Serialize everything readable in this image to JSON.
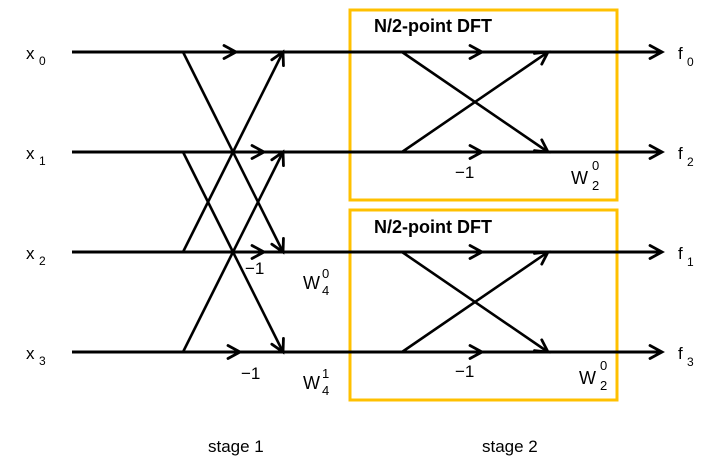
{
  "colors": {
    "line": "#000000",
    "box_border": "#FFC000",
    "background": "#FFFFFF"
  },
  "boxes": {
    "box1_title": "N/2-point DFT",
    "box2_title": "N/2-point DFT"
  },
  "inputs": [
    {
      "base": "x",
      "sub": "0"
    },
    {
      "base": "x",
      "sub": "1"
    },
    {
      "base": "x",
      "sub": "2"
    },
    {
      "base": "x",
      "sub": "3"
    }
  ],
  "outputs": [
    {
      "base": "f",
      "sub": "0"
    },
    {
      "base": "f",
      "sub": "2"
    },
    {
      "base": "f",
      "sub": "1"
    },
    {
      "base": "f",
      "sub": "3"
    }
  ],
  "stage1": {
    "neg1_x2": "−1",
    "neg1_x3": "−1",
    "twiddle_x2": {
      "base": "W",
      "sub": "4",
      "sup": "0"
    },
    "twiddle_x3": {
      "base": "W",
      "sub": "4",
      "sup": "1"
    }
  },
  "stage2": {
    "box1_neg1": "−1",
    "box2_neg1": "−1",
    "box1_twiddle": {
      "base": "W",
      "sub": "2",
      "sup": "0"
    },
    "box2_twiddle": {
      "base": "W",
      "sub": "2",
      "sup": "0"
    }
  },
  "footer": {
    "stage1_label": "stage 1",
    "stage2_label": "stage 2"
  }
}
